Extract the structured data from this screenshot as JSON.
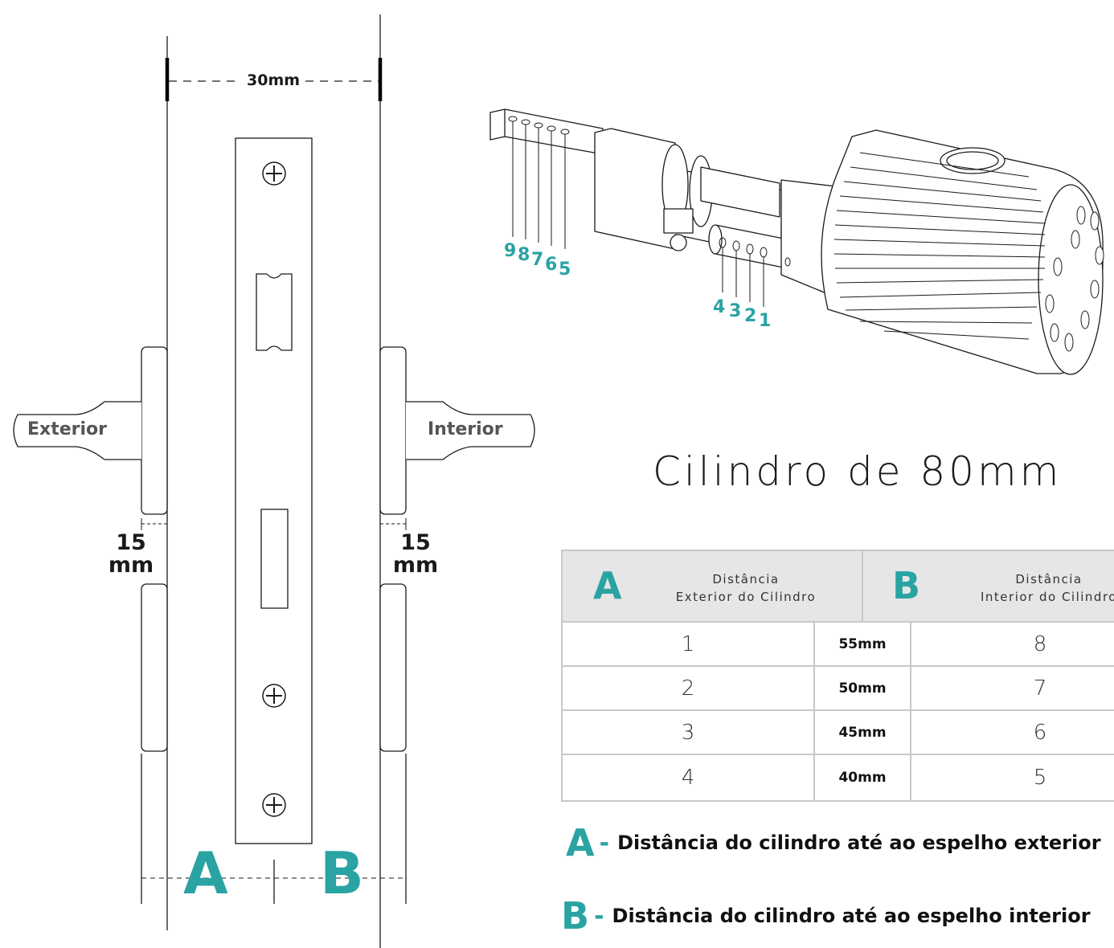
{
  "diagram": {
    "width_label": "30mm",
    "exterior_label": "Exterior",
    "interior_label": "Interior",
    "gap_left": {
      "value": "15",
      "unit": "mm"
    },
    "gap_right": {
      "value": "15",
      "unit": "mm"
    },
    "bottom_a": "A",
    "bottom_b": "B",
    "pin_labels_left": [
      "9",
      "8",
      "7",
      "6",
      "5"
    ],
    "pin_labels_right": [
      "4",
      "3",
      "2",
      "1"
    ]
  },
  "title": "Cilindro de 80mm",
  "table": {
    "header": {
      "a_letter": "A",
      "a_line1": "Distância",
      "a_line2": "Exterior do Cilindro",
      "b_letter": "B",
      "b_line1": "Distância",
      "b_line2": "Interior do Cilindro"
    },
    "rows": [
      {
        "a": "1",
        "size": "55mm",
        "b": "8"
      },
      {
        "a": "2",
        "size": "50mm",
        "b": "7"
      },
      {
        "a": "3",
        "size": "45mm",
        "b": "6"
      },
      {
        "a": "4",
        "size": "40mm",
        "b": "5"
      }
    ]
  },
  "legend": [
    {
      "letter": "A",
      "dash": "-",
      "text": "Distância do cilindro até ao espelho exterior"
    },
    {
      "letter": "B",
      "dash": "-",
      "text": "Distância do cilindro até ao espelho interior"
    }
  ],
  "colors": {
    "accent": "#2aa3a3",
    "line": "#1a1a1a",
    "table_border": "#c8c8c8",
    "table_header_bg": "#e6e6e6"
  }
}
